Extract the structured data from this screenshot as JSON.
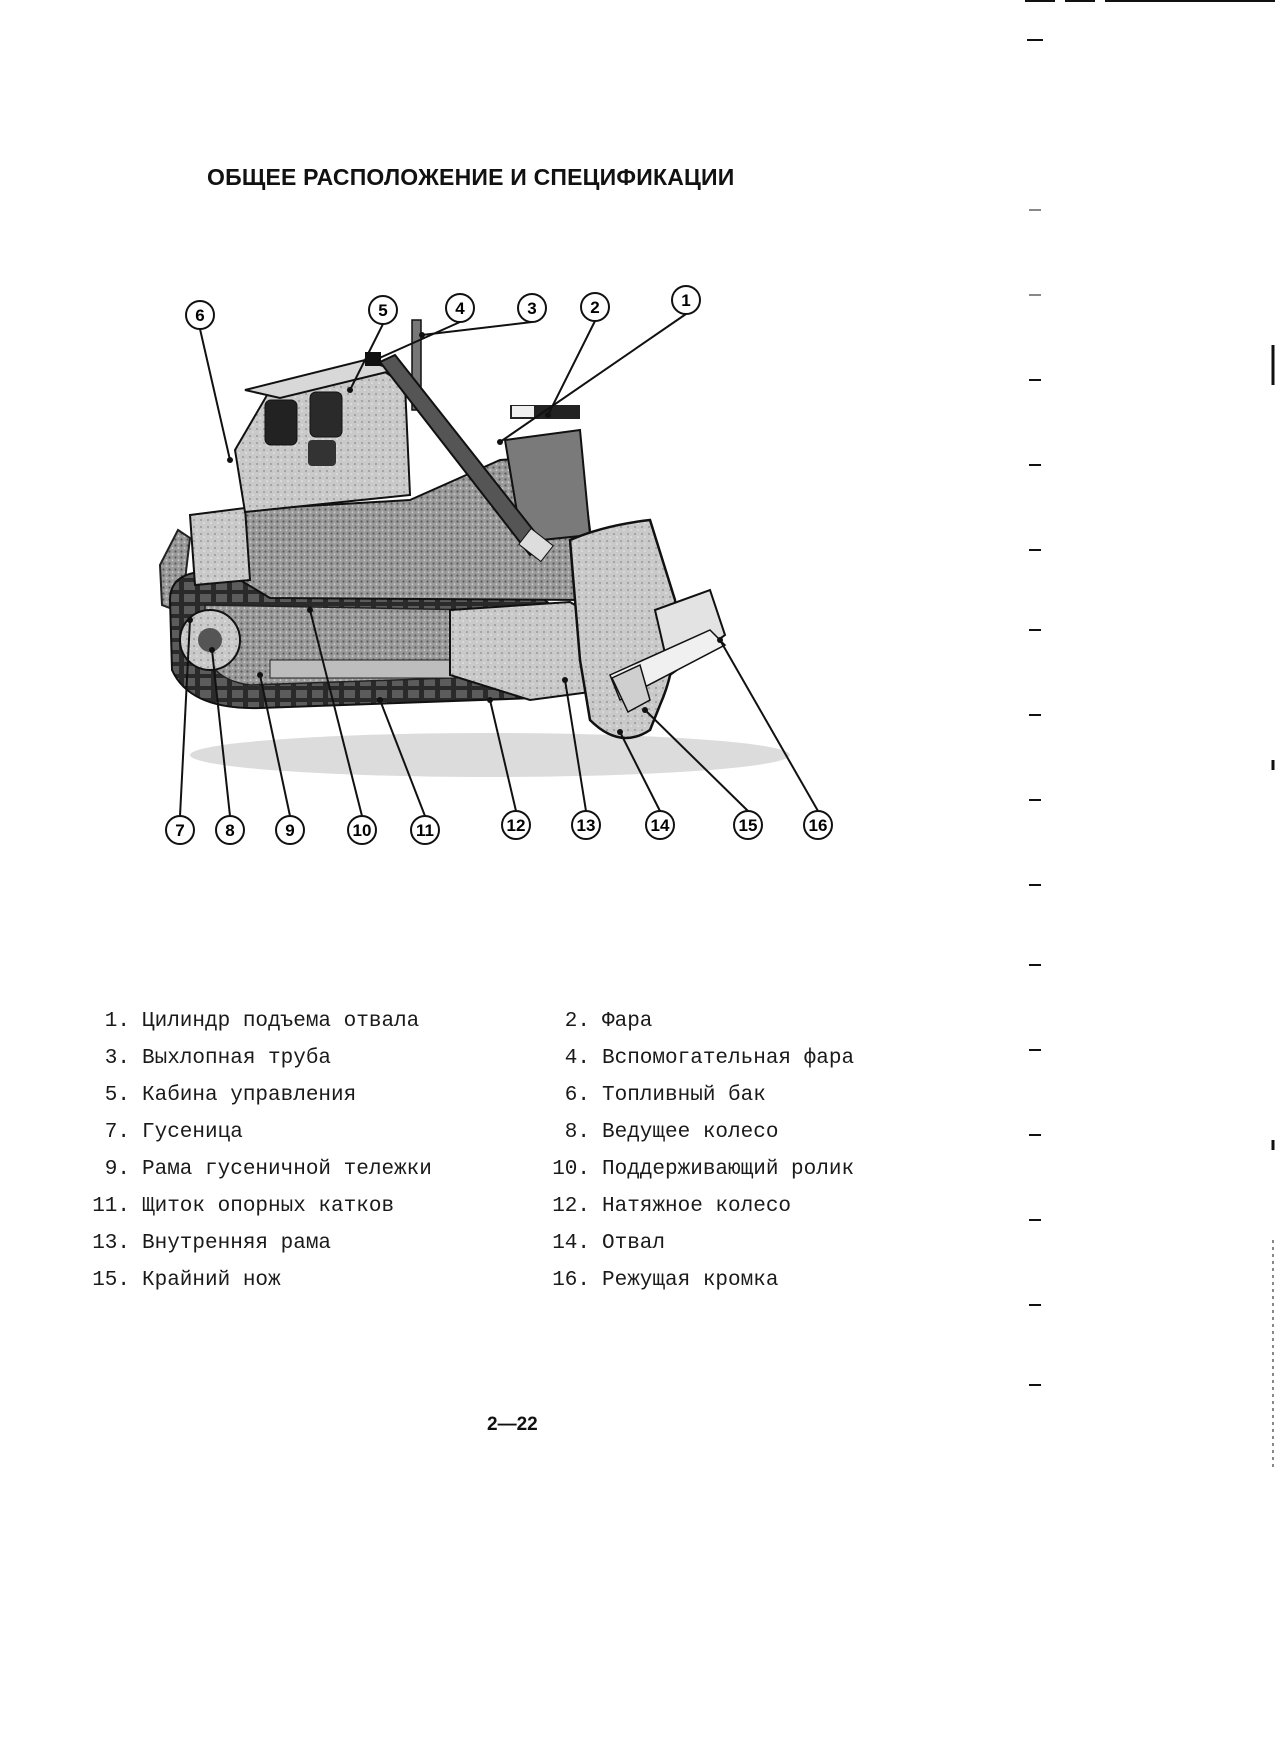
{
  "page": {
    "title": "ОБЩЕЕ РАСПОЛОЖЕНИЕ И СПЕЦИФИКАЦИИ",
    "page_number": "2—22"
  },
  "figure": {
    "callouts": [
      {
        "num": "1"
      },
      {
        "num": "2"
      },
      {
        "num": "3"
      },
      {
        "num": "4"
      },
      {
        "num": "5"
      },
      {
        "num": "6"
      },
      {
        "num": "7"
      },
      {
        "num": "8"
      },
      {
        "num": "9"
      },
      {
        "num": "10"
      },
      {
        "num": "11"
      },
      {
        "num": "12"
      },
      {
        "num": "13"
      },
      {
        "num": "14"
      },
      {
        "num": "15"
      },
      {
        "num": "16"
      }
    ]
  },
  "legend": [
    {
      "num": "1.",
      "label": "Цилиндр подъема отвала"
    },
    {
      "num": "2.",
      "label": "Фара"
    },
    {
      "num": "3.",
      "label": "Выхлопная труба"
    },
    {
      "num": "4.",
      "label": "Вспомогательная фара"
    },
    {
      "num": "5.",
      "label": "Кабина управления"
    },
    {
      "num": "6.",
      "label": "Топливный бак"
    },
    {
      "num": "7.",
      "label": "Гусеница"
    },
    {
      "num": "8.",
      "label": "Ведущее колесо"
    },
    {
      "num": "9.",
      "label": "Рама гусеничной тележки"
    },
    {
      "num": "10.",
      "label": "Поддерживающий ролик"
    },
    {
      "num": "11.",
      "label": "Щиток опорных катков"
    },
    {
      "num": "12.",
      "label": "Натяжное колесо"
    },
    {
      "num": "13.",
      "label": "Внутренняя рама"
    },
    {
      "num": "14.",
      "label": "Отвал"
    },
    {
      "num": "15.",
      "label": "Крайний нож"
    },
    {
      "num": "16.",
      "label": "Режущая кромка"
    }
  ]
}
